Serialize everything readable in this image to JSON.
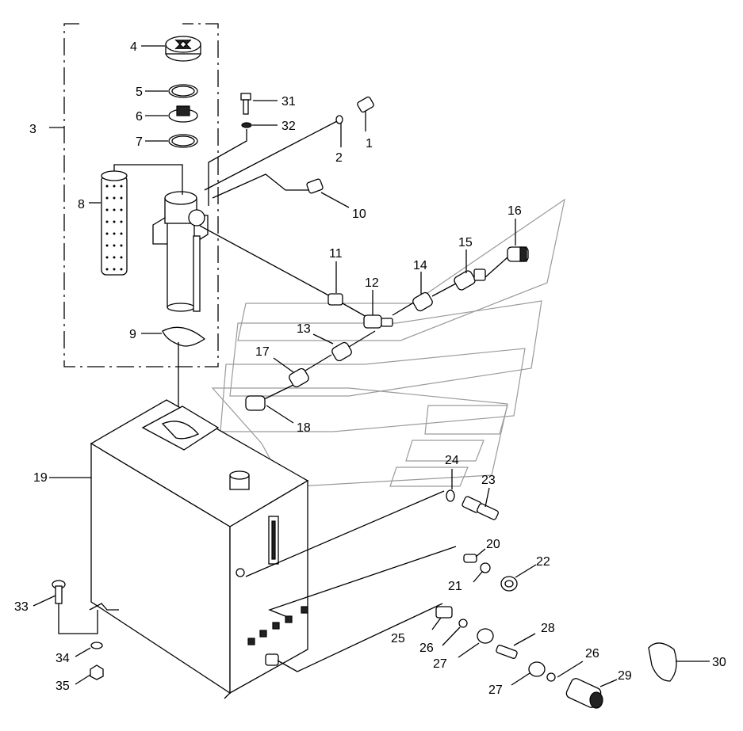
{
  "callouts": [
    {
      "id": "1",
      "text": "1"
    },
    {
      "id": "2",
      "text": "2"
    },
    {
      "id": "3",
      "text": "3"
    },
    {
      "id": "4",
      "text": "4"
    },
    {
      "id": "5",
      "text": "5"
    },
    {
      "id": "6",
      "text": "6"
    },
    {
      "id": "7",
      "text": "7"
    },
    {
      "id": "8",
      "text": "8"
    },
    {
      "id": "9",
      "text": "9"
    },
    {
      "id": "10",
      "text": "10"
    },
    {
      "id": "11",
      "text": "11"
    },
    {
      "id": "12",
      "text": "12"
    },
    {
      "id": "13",
      "text": "13"
    },
    {
      "id": "14",
      "text": "14"
    },
    {
      "id": "15",
      "text": "15"
    },
    {
      "id": "16",
      "text": "16"
    },
    {
      "id": "17",
      "text": "17"
    },
    {
      "id": "18",
      "text": "18"
    },
    {
      "id": "19",
      "text": "19"
    },
    {
      "id": "20",
      "text": "20"
    },
    {
      "id": "21",
      "text": "21"
    },
    {
      "id": "22",
      "text": "22"
    },
    {
      "id": "23",
      "text": "23"
    },
    {
      "id": "24",
      "text": "24"
    },
    {
      "id": "25",
      "text": "25"
    },
    {
      "id": "26a",
      "text": "26"
    },
    {
      "id": "26b",
      "text": "26"
    },
    {
      "id": "27a",
      "text": "27"
    },
    {
      "id": "27b",
      "text": "27"
    },
    {
      "id": "28",
      "text": "28"
    },
    {
      "id": "29",
      "text": "29"
    },
    {
      "id": "30",
      "text": "30"
    },
    {
      "id": "31",
      "text": "31"
    },
    {
      "id": "32",
      "text": "32"
    },
    {
      "id": "33",
      "text": "33"
    },
    {
      "id": "34",
      "text": "34"
    },
    {
      "id": "35",
      "text": "35"
    }
  ]
}
